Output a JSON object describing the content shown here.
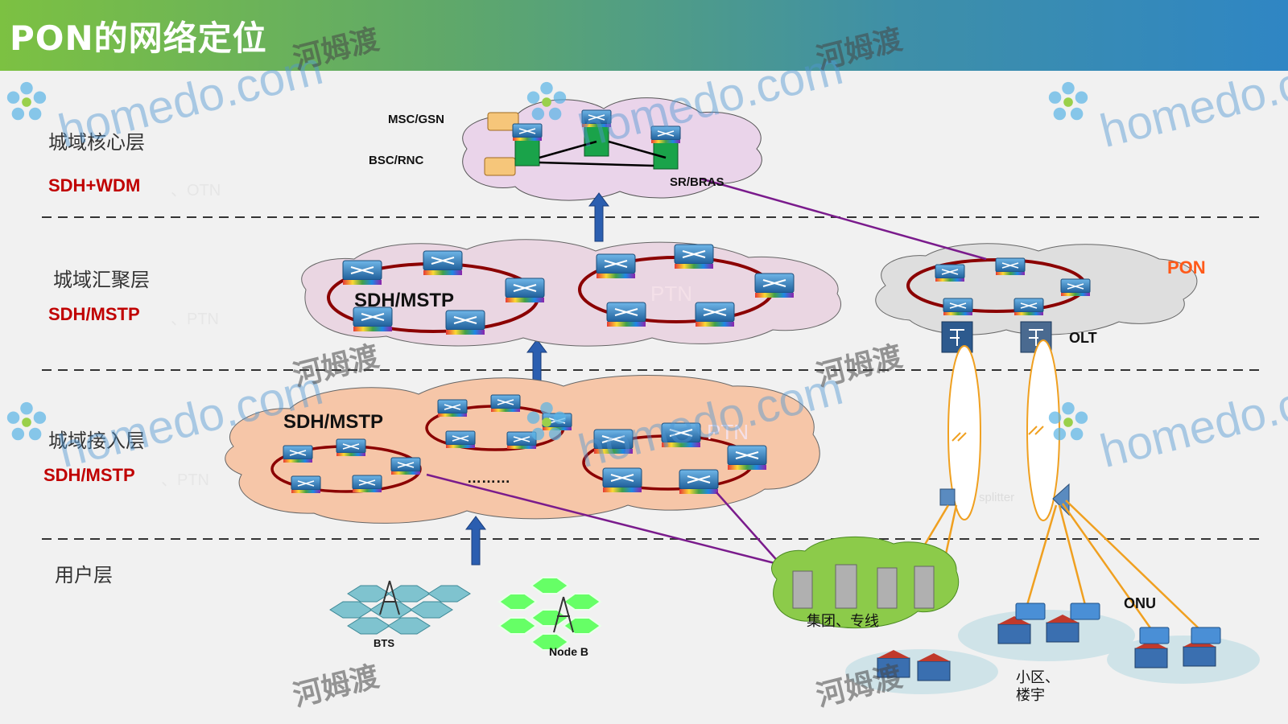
{
  "title": "PON的网络定位",
  "layers": {
    "core": {
      "name": "城域核心层",
      "tech": "SDH+WDM",
      "alt": "、OTN"
    },
    "aggregation": {
      "name": "城域汇聚层",
      "tech": "SDH/MSTP",
      "alt": "、PTN"
    },
    "access": {
      "name": "城域接入层",
      "tech": "SDH/MSTP",
      "alt": "、PTN"
    },
    "user": {
      "name": "用户层"
    }
  },
  "core_cloud": {
    "msc": "MSC/GSN",
    "bsc": "BSC/RNC",
    "sr": "SR/BRAS"
  },
  "aggregation_cloud": {
    "ring_left": "SDH/MSTP",
    "ring_right": "PTN"
  },
  "access_cloud": {
    "ring_left": "SDH/MSTP",
    "ring_right": "PTN",
    "ellipsis": "………"
  },
  "pon": {
    "label": "PON",
    "olt": "OLT",
    "splitter": "splitter",
    "onu": "ONU"
  },
  "users": {
    "bts": "BTS",
    "nodeb": "Node B",
    "enterprise": "集团、专线",
    "residential": "小区、楼宇"
  },
  "watermark": {
    "latin": "homedo.com",
    "chinese": "河姆渡"
  },
  "colors": {
    "ring": "#8b0000",
    "link_purple": "#7a1b8c",
    "link_orange": "#f0a020",
    "arrow_blue": "#2b5eb0",
    "core_cloud": "#ead4ea",
    "agg_cloud": "#ead6e2",
    "access_cloud": "#f6c6a8",
    "pon_cloud": "#dedede",
    "tech_red": "#c00000"
  }
}
